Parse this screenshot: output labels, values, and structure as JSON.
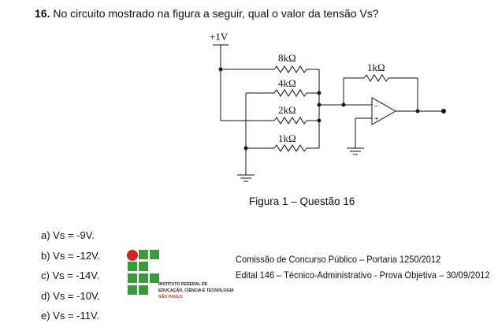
{
  "question": {
    "number": "16.",
    "text": "No circuito mostrado na figura a seguir, qual o valor da tensão Vs?"
  },
  "circuit": {
    "supply_label": "+1V",
    "resistors": [
      "8kΩ",
      "4kΩ",
      "2kΩ",
      "1kΩ"
    ],
    "feedback_resistor": "1kΩ",
    "minus_sign": "–",
    "plus_sign": "+"
  },
  "figure_caption": "Figura 1 – Questão 16",
  "options": [
    "a) Vs = -9V.",
    "b) Vs = -12V.",
    "c) Vs = -14V.",
    "d) Vs = -10V.",
    "e) Vs = -11V."
  ],
  "institution": {
    "line1": "INSTITUTO FEDERAL DE",
    "line2": "EDUCAÇÃO, CIÊNCIA E TECNOLOGIA",
    "line3": "SÃO PAULO"
  },
  "footer": {
    "line1": "Comissão de Concurso Público – Portaria 1250/2012",
    "line2": "Edital 146 – Técnico-Administrativo - Prova Objetiva – 30/09/2012"
  },
  "colors": {
    "logo_green": "#3a9b3a",
    "logo_red": "#d0262b"
  }
}
